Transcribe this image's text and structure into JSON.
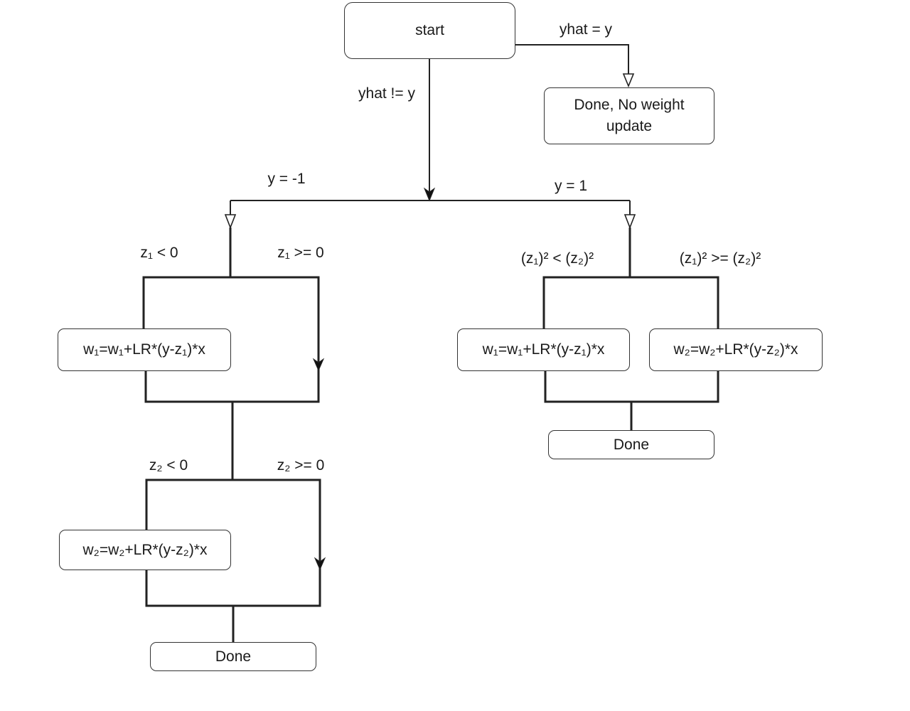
{
  "nodes": {
    "start": "start",
    "done_no_update": "Done, No weight update",
    "left_update_w1": "w₁=w₁+LR*(y-z₁)*x",
    "left_update_w2": "w₂=w₂+LR*(y-z₂)*x",
    "left_done": "Done",
    "right_update_w1": "w₁=w₁+LR*(y-z₁)*x",
    "right_update_w2": "w₂=w₂+LR*(y-z₂)*x",
    "right_done": "Done"
  },
  "edges": {
    "yhat_eq_y": "yhat = y",
    "yhat_neq_y": "yhat != y",
    "y_neg1": "y = -1",
    "y_pos1": "y = 1",
    "z1_lt_0": "z₁ < 0",
    "z1_ge_0": "z₁ >= 0",
    "z2_lt_0": "z₂ < 0",
    "z2_ge_0": "z₂ >= 0",
    "z1sq_lt_z2sq": "(z₁)² < (z₂)²",
    "z1sq_ge_z2sq": "(z₁)² >= (z₂)²"
  }
}
